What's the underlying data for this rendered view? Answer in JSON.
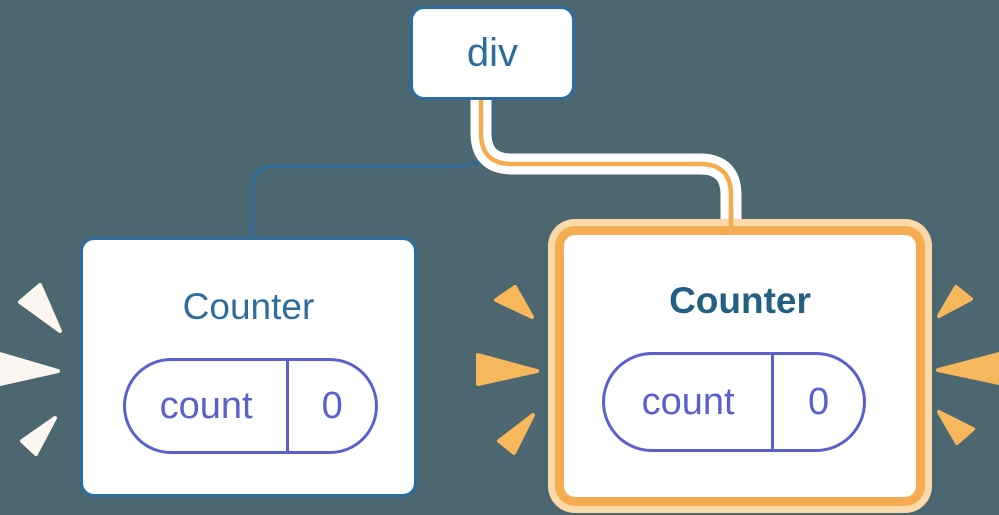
{
  "diagram": {
    "root": {
      "label": "div"
    },
    "children": {
      "left": {
        "title": "Counter",
        "highlighted": false,
        "state": {
          "key": "count",
          "value": "0"
        }
      },
      "right": {
        "title": "Counter",
        "highlighted": true,
        "state": {
          "key": "count",
          "value": "0"
        }
      }
    },
    "icons": {
      "left_card_sparks": "spark-burst-icon-white",
      "right_card_sparks": "spark-burst-icon-orange"
    },
    "colors": {
      "background": "#4C6770",
      "node_blue": "#2B6D9F",
      "title_blue": "#2E6E9C",
      "title_blue_bold": "#235F80",
      "state_purple": "#5A61CE",
      "highlight_orange": "#F5AC50",
      "highlight_glow": "#FBD9A9",
      "spark_orange": "#F7B75D",
      "spark_white": "#FBF7F0",
      "card_background": "#FFFFFF"
    }
  }
}
